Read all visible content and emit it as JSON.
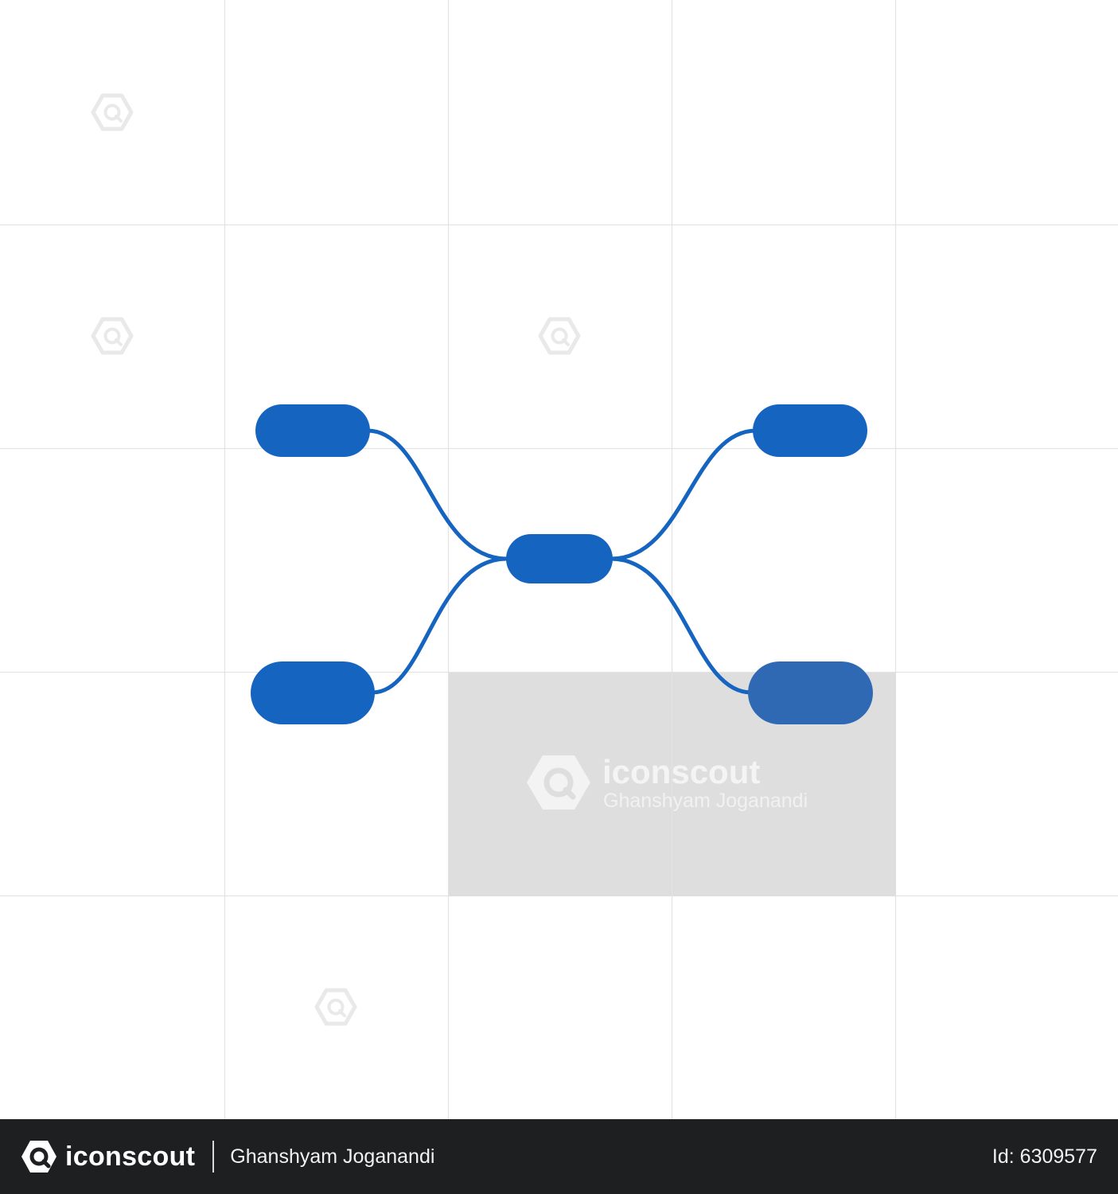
{
  "colors": {
    "node": "#1565c0",
    "node_shaded": "#2f69b3",
    "link": "#1565c0",
    "grid": "#e3e3e3",
    "watermark_box": "#dedede",
    "footer_bg": "#1e1f21"
  },
  "diagram": {
    "nodes": [
      {
        "id": "left-top",
        "label": ""
      },
      {
        "id": "left-bottom",
        "label": ""
      },
      {
        "id": "center",
        "label": ""
      },
      {
        "id": "right-top",
        "label": ""
      },
      {
        "id": "right-bottom",
        "label": ""
      }
    ],
    "edges": [
      {
        "from": "center",
        "to": "left-top"
      },
      {
        "from": "center",
        "to": "left-bottom"
      },
      {
        "from": "center",
        "to": "right-top"
      },
      {
        "from": "center",
        "to": "right-bottom"
      }
    ]
  },
  "watermark": {
    "brand": "iconscout",
    "author": "Ghanshyam Joganandi",
    "icon": "iconscout-logo-icon"
  },
  "footer": {
    "brand": "iconscout",
    "author": "Ghanshyam Joganandi",
    "asset_id": "Id: 6309577",
    "logo_icon": "iconscout-logo-icon"
  }
}
